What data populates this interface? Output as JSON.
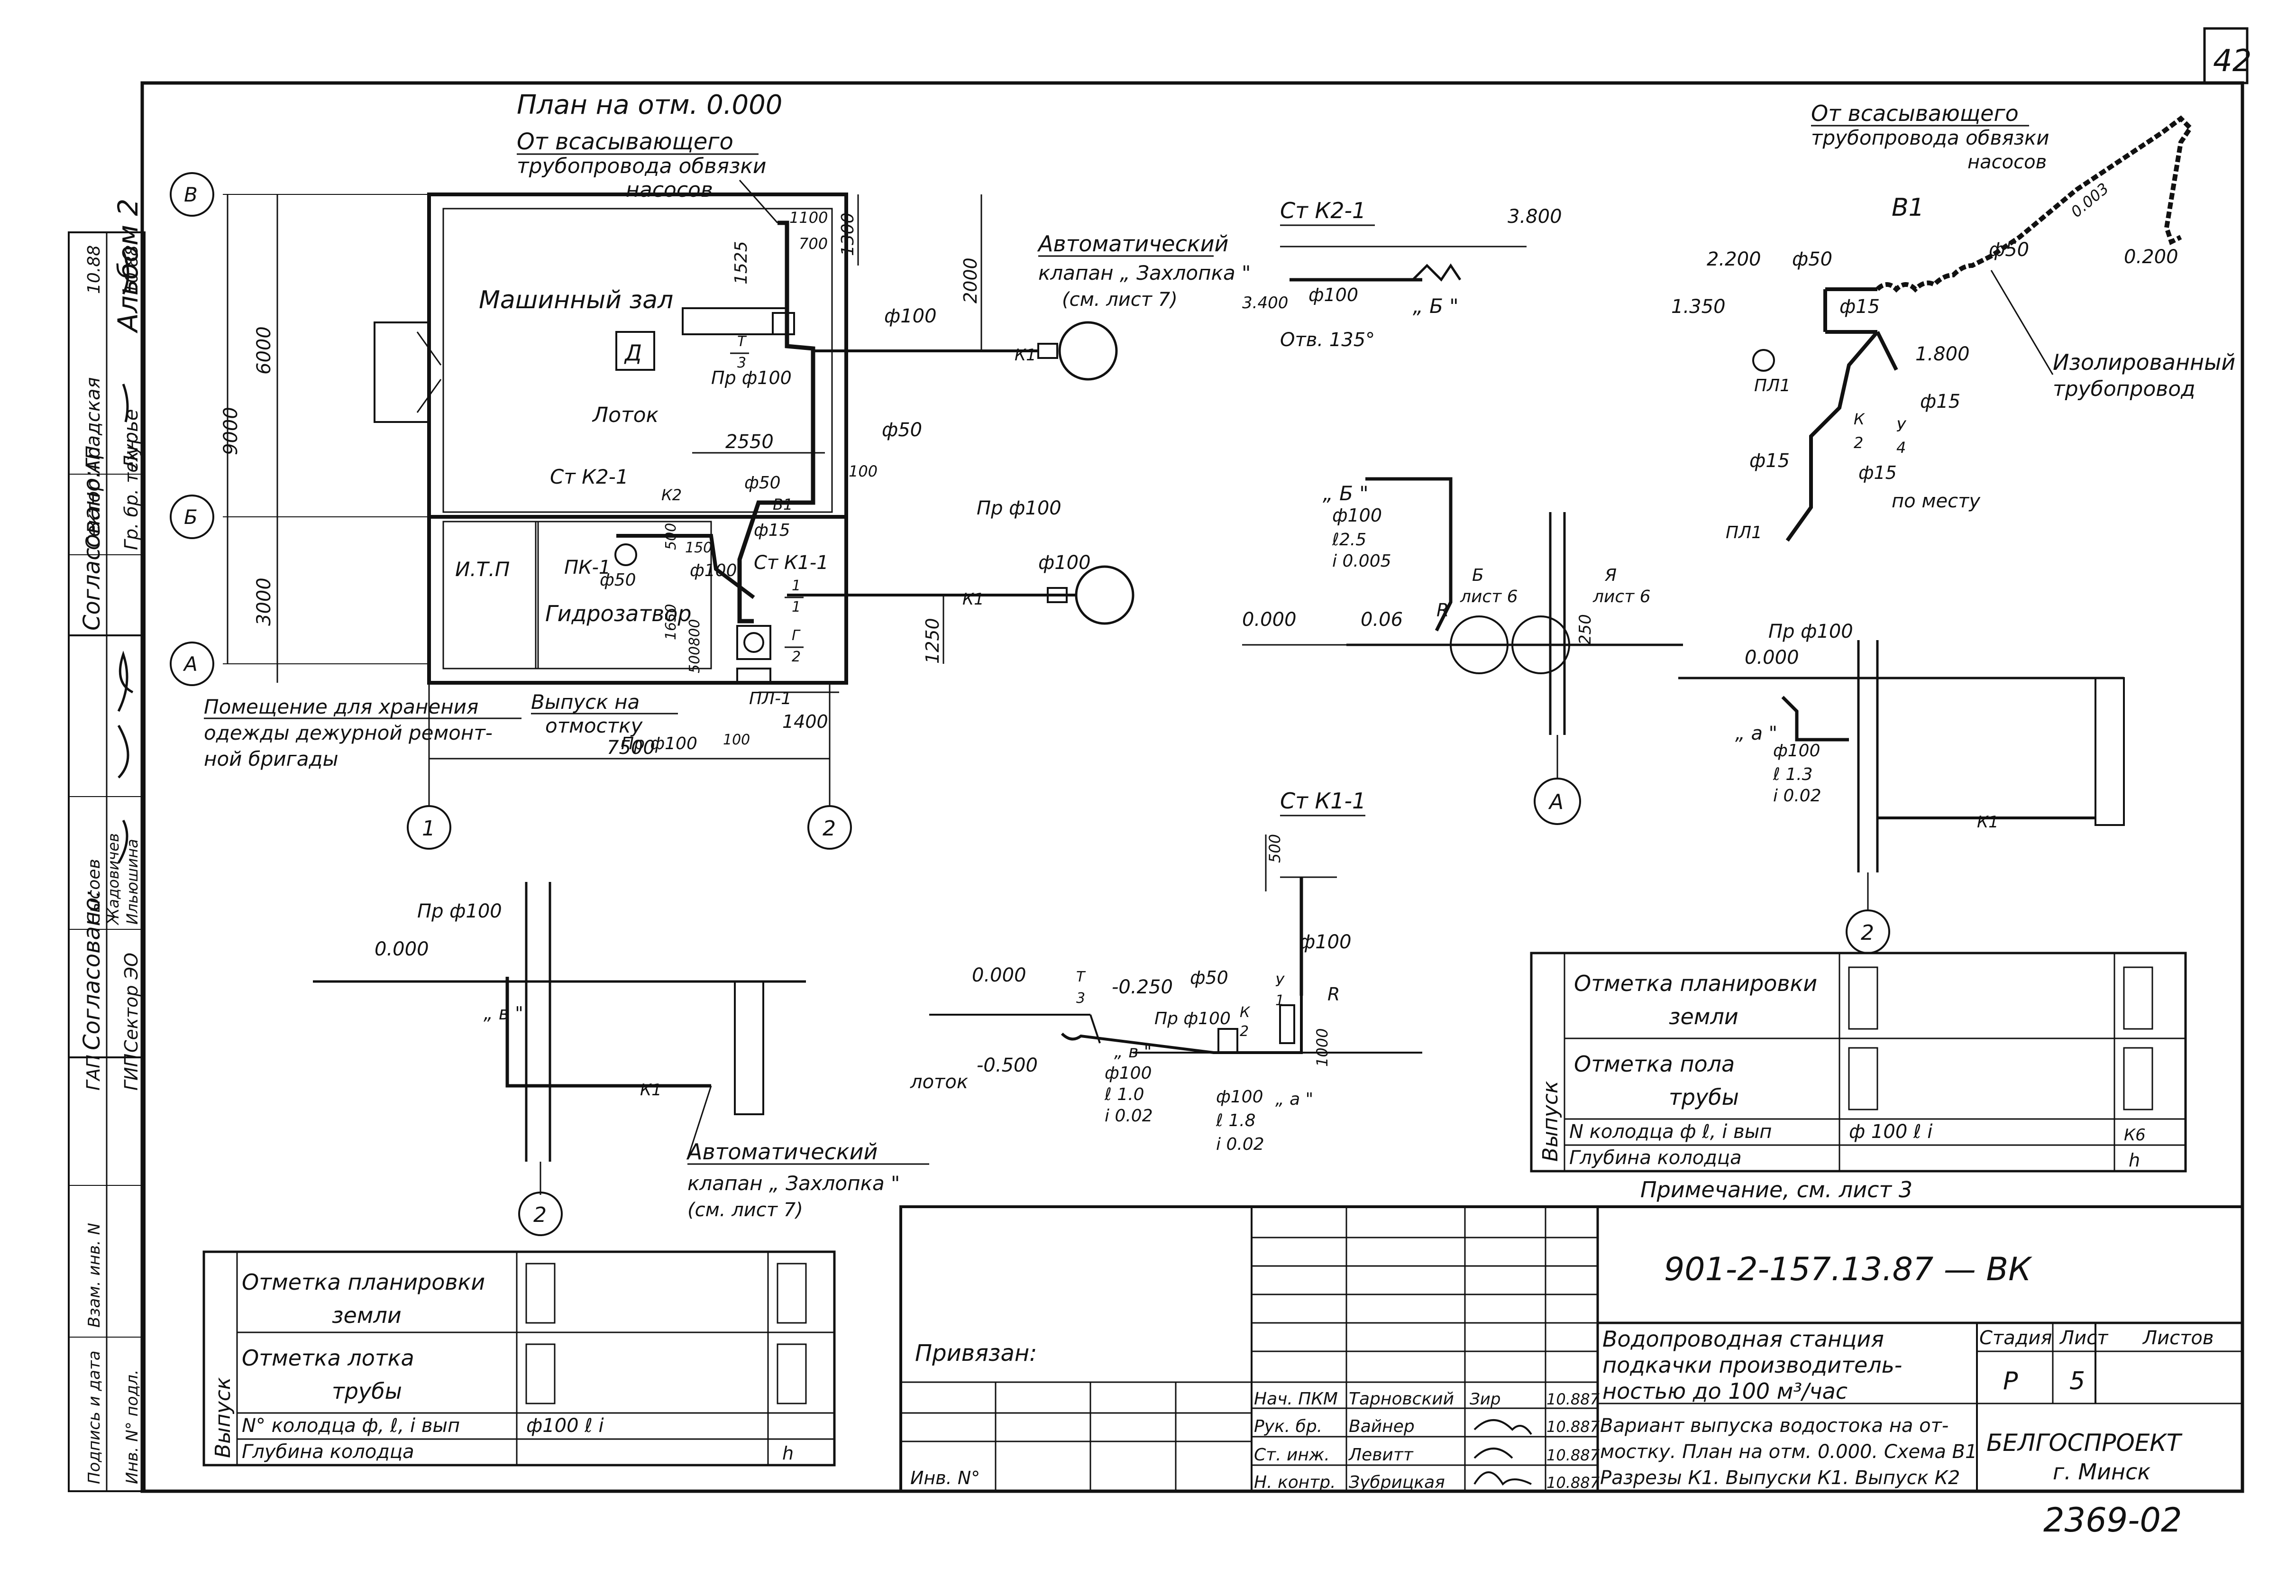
{
  "sheet": {
    "page_number": "42",
    "album_label": "Альбом 2",
    "doc_code": "901-2-157.13.87 — ВК",
    "archive_number": "2369-02"
  },
  "plan": {
    "title": "План на отм. 0.000",
    "suction_note_1": "От всасывающего",
    "suction_note_2": "трубопровода обвязки",
    "suction_note_3": "насосов",
    "machine_room": "Машинный зал",
    "room_letter": "Д",
    "tray": "Лоток",
    "itp": "И.Т.П",
    "hydroseal": "Гидрозатвор",
    "pk1": "ПК-1",
    "st_k2_1": "Ст К2-1",
    "st_k1_1": "Ст К1-1",
    "pl1": "ПЛ-1",
    "room_note_1": "Помещение для хранения",
    "room_note_2": "одежды дежурной ремонт-",
    "room_note_3": "ной бригады",
    "outlet_note_1": "Выпуск на",
    "outlet_note_2": "отмостку",
    "auto_valve_1": "Автоматический",
    "auto_valve_2": "клапан „ Захлопка \"",
    "auto_valve_3": "(см. лист 7)",
    "axis_b": "В",
    "axis_6": "Б",
    "axis_a": "А",
    "axis_1": "1",
    "axis_2": "2",
    "dim_9000": "9000",
    "dim_6000": "6000",
    "dim_3000": "3000",
    "dim_7500": "7500",
    "dim_2550": "2550",
    "dim_1400": "1400",
    "dim_1250": "1250",
    "dim_2000": "2000",
    "dim_1300": "1300",
    "dim_1525": "1525",
    "dim_1100": "1100",
    "dim_700": "700",
    "dim_100a": "100",
    "dim_100b": "100",
    "dim_500": "500",
    "dim_150": "150",
    "dim_650": "1650",
    "dim_800": "500800",
    "d100_a": "ф100",
    "d100_b": "ф100",
    "d100_c": "ф100",
    "d50_a": "ф50",
    "d50_b": "ф50",
    "d50_c": "ф50",
    "d15": "ф15",
    "pr100_a": "Пр ф100",
    "pr100_b": "Пр ф100",
    "pr100_c": "Пр ф100",
    "k1_a": "К1",
    "k1_b": "К1",
    "k2": "К2",
    "b1": "В1",
    "frac_a_top": "Т",
    "frac_a_bot": "3",
    "frac_b_top": "1",
    "frac_b_bot": "1",
    "frac_c_top": "Г",
    "frac_c_bot": "2"
  },
  "stk21": {
    "title": "Ст К2-1",
    "el_3800": "3.800",
    "el_3400": "3.400",
    "d100": "ф100",
    "hole": "Отв. 135°",
    "b_mark": "„ Б \""
  },
  "v1": {
    "title": "В1",
    "suction_1": "От всасывающего",
    "suction_2": "трубопровода обвязки",
    "suction_3": "насосов",
    "insulated_1": "Изолированный",
    "insulated_2": "трубопровод",
    "el_2200": "2.200",
    "el_1350": "1.350",
    "el_1800": "1.800",
    "el_0200": "0.200",
    "slope": "0.003",
    "d50_a": "ф50",
    "d50_b": "ф50",
    "d15_a": "ф15",
    "d15_b": "ф15",
    "d15_c": "ф15",
    "d15_d": "ф15",
    "pl1_a": "ПЛ1",
    "pl1_b": "ПЛ1",
    "by_place": "по месту",
    "k_label": "К",
    "k_num": "2",
    "u_label": "У",
    "u_num": "4"
  },
  "section_mid": {
    "b_mark": "„ Б \"",
    "d100": "ф100",
    "len": "ℓ2.5",
    "slope": "i 0.005",
    "el_0000": "0.000",
    "el_006": "0.06",
    "r_label": "R",
    "sheet6_a_1": "Б",
    "sheet6_a_2": "лист 6",
    "sheet6_b_1": "Я",
    "sheet6_b_2": "лист 6",
    "dim_250": "250",
    "axis_a": "А"
  },
  "section_right": {
    "pr100": "Пр ф100",
    "el_0000": "0.000",
    "a_mark": "„ а \"",
    "d100": "ф100",
    "len": "ℓ 1.3",
    "slope": "i 0.02",
    "k1": "К1",
    "axis_2": "2"
  },
  "section_left": {
    "pr100": "Пр ф100",
    "el_0000": "0.000",
    "v_mark": "„ в \"",
    "k1": "К1",
    "axis_2": "2",
    "auto_valve_1": "Автоматический",
    "auto_valve_2": "клапан „ Захлопка \"",
    "auto_valve_3": "(см. лист 7)"
  },
  "stk11": {
    "title": "Ст К1-1",
    "dim_500": "500",
    "dim_1000": "1000",
    "d100_a": "ф100",
    "d100_b": "ф100",
    "d100_c": "ф100",
    "d50": "ф50",
    "pr100": "Пр ф100",
    "el_0000": "0.000",
    "el_m0250": "-0.250",
    "el_m0500": "-0.500",
    "tray": "лоток",
    "len_a": "ℓ 1.0",
    "slope_a": "i 0.02",
    "len_b": "ℓ 1.8",
    "slope_b": "i 0.02",
    "v_mark": "„ в \"",
    "a_mark": "„ а \"",
    "r_label": "R",
    "frac_t": "Т",
    "frac_3": "3",
    "frac_u": "У",
    "frac_1": "1",
    "frac_k": "К",
    "frac_2": "2"
  },
  "outlet_table_right": {
    "side_label": "Выпуск",
    "row1": "Отметка планировки",
    "row1b": "земли",
    "row2": "Отметка пола",
    "row2b": "трубы",
    "row3": "N колодца ф ℓ, i вып",
    "row3_val": "ф 100    ℓ        i",
    "row3_end": "К6",
    "row4": "Глубина колодца",
    "row4_end": "h",
    "note": "Примечание, см. лист 3"
  },
  "outlet_table_left": {
    "side_label": "Выпуск",
    "row1": "Отметка планировки",
    "row1b": "земли",
    "row2": "Отметка лотка",
    "row2b": "трубы",
    "row3": "N° колодца ф, ℓ, i вып",
    "row3_val": "ф100    ℓ        i",
    "row4": "Глубина колодца",
    "row4_end": "h"
  },
  "title_block": {
    "bound": "Привязан:",
    "inv": "Инв. N°",
    "roles": [
      "Нач. ПКМ",
      "Рук. бр.",
      "Ст. инж.",
      "Н. контр."
    ],
    "names": [
      "Тарновский",
      "Вайнер",
      "Левитт",
      "Зубрицкая"
    ],
    "sigs": [
      "Зир",
      "",
      "",
      ""
    ],
    "dates": [
      "10.887",
      "10.887",
      "10.887",
      "10.887"
    ],
    "title_1": "Водопроводная станция",
    "title_2": "подкачки производитель-",
    "title_3": "ностью до 100 м³/час",
    "desc_1": "Вариант выпуска водостока на от-",
    "desc_2": "мостку. План на отм. 0.000. Схема В1",
    "desc_3": "Разрезы К1. Выпуски К1. Выпуск К2",
    "stage_h": "Стадия",
    "sheet_h": "Лист",
    "sheets_h": "Листов",
    "stage": "Р",
    "sheet": "5",
    "org": "БЕЛГОСПРОЕКТ",
    "city": "г. Минск"
  },
  "left_strip": {
    "agreed": "Согласовано:",
    "agreed2": "Согласовано:",
    "sector_ap": "Сектор АП",
    "gradskaya": "Градская",
    "date1": "10.88",
    "gr_tech": "Гр. бр. техн.",
    "lures": "Лурье",
    "date2": "10.88",
    "sysoev": "Сысоев",
    "gap": "ГАП",
    "gip": "ГИП",
    "sector_eo": "Сектор ЭО",
    "zhadovich": "Жадовичев",
    "ilyushina": "Ильюшина",
    "inv_podl": "Инв. N° подл.",
    "podpis": "Подпись и дата",
    "vzam": "Взам. инв. N"
  }
}
